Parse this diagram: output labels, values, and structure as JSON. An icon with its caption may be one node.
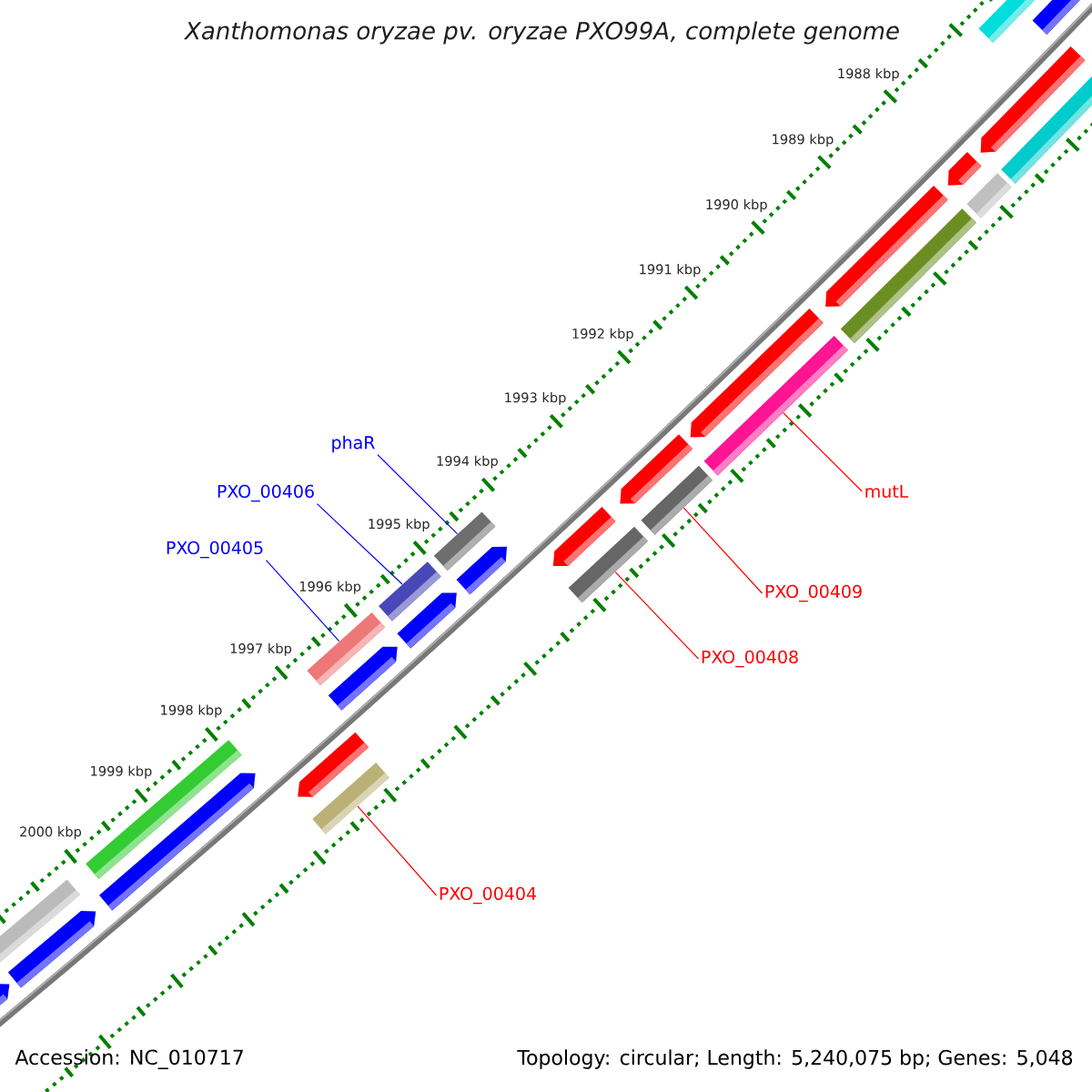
{
  "diagram": {
    "title": "Xanthomonas oryzae pv. oryzae PXO99A, complete genome",
    "nodes": [
      {
        "text": [
          "phaR"
        ]
      },
      {
        "text": [
          "PXO_00406"
        ]
      },
      {
        "text": [
          "PXO_00405"
        ]
      },
      {
        "text": [
          "mutL"
        ]
      },
      {
        "text": [
          "PXO_00409"
        ]
      },
      {
        "text": [
          "PXO_00408"
        ]
      },
      {
        "text": [
          "PXO_00404"
        ]
      },
      {
        "text": [],
        "shape": "bar"
      },
      {
        "text": [],
        "shape": "bar"
      },
      {
        "text": [],
        "shape": "bar"
      },
      {
        "text": [],
        "shape": "bar"
      },
      {
        "text": [],
        "shape": "bar"
      },
      {
        "text": [],
        "shape": "bar"
      },
      {
        "text": [],
        "shape": "bar"
      }
    ],
    "edges": [
      {
        "from": 0,
        "to": 10,
        "arrow": "none",
        "color": "#0000ff"
      },
      {
        "from": 1,
        "to": 9,
        "arrow": "none",
        "color": "#0000ff"
      },
      {
        "from": 2,
        "to": 7,
        "arrow": "none",
        "color": "#0000ff"
      },
      {
        "from": 3,
        "to": 13,
        "arrow": "none"
      },
      {
        "from": 4,
        "to": 12,
        "arrow": "none"
      },
      {
        "from": 5,
        "to": 11,
        "arrow": "none"
      },
      {
        "from": 6,
        "to": 8,
        "arrow": "none"
      }
    ],
    "labels": [
      "1988 kbp",
      "1989 kbp",
      "1990 kbp",
      "1991 kbp",
      "1992 kbp",
      "1993 kbp",
      "1994 kbp",
      "1995 kbp",
      "1996 kbp",
      "1997 kbp",
      "1998 kbp",
      "1999 kbp",
      "2000 kbp",
      "Accession: NC_010717",
      "Topology: circular; Length: 5,240,075 bp; Genes: 5,048"
    ]
  }
}
